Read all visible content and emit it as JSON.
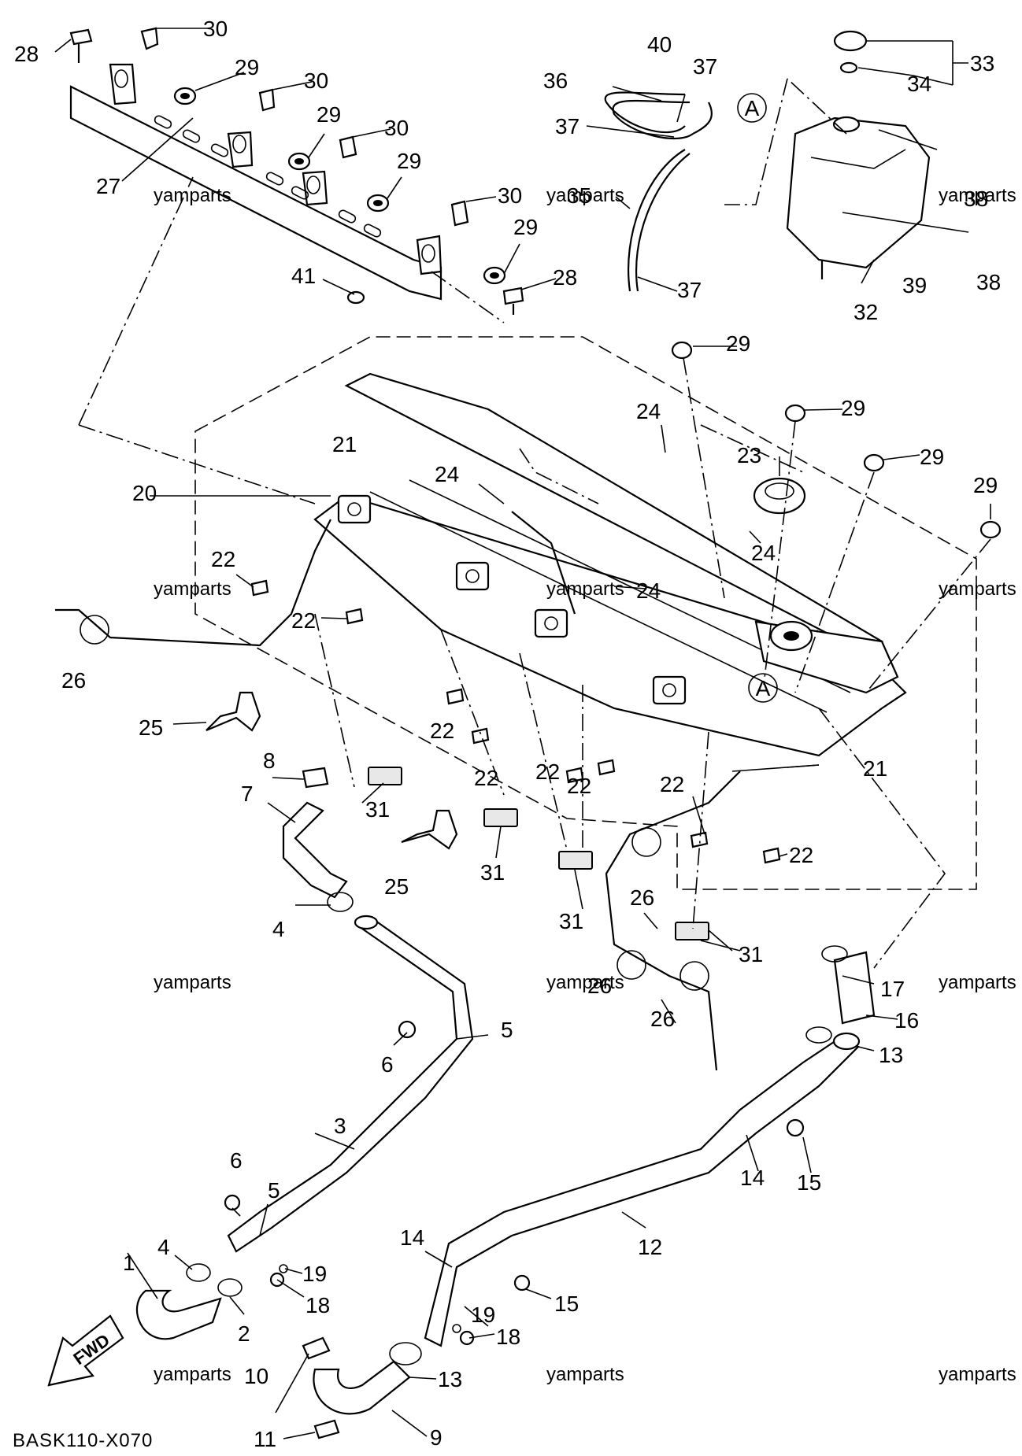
{
  "diagram_code": "BASK110-X070",
  "fwd_label": "FWD",
  "watermark": "yamparts",
  "ref_marker": "A",
  "callouts": [
    "1",
    "2",
    "3",
    "4",
    "5",
    "6",
    "7",
    "8",
    "9",
    "10",
    "11",
    "12",
    "13",
    "14",
    "15",
    "16",
    "17",
    "18",
    "19",
    "20",
    "21",
    "22",
    "23",
    "24",
    "25",
    "26",
    "27",
    "28",
    "29",
    "30",
    "31",
    "32",
    "33",
    "34",
    "35",
    "36",
    "37",
    "38",
    "39",
    "40",
    "41"
  ]
}
